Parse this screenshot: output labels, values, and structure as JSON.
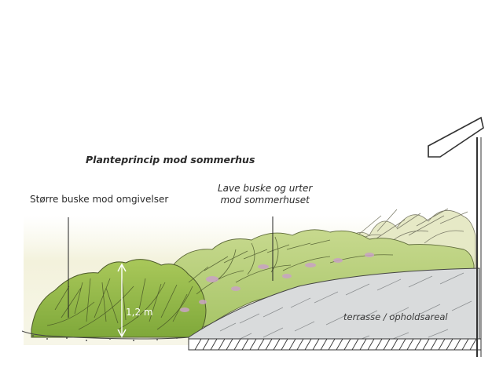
{
  "diagram": {
    "title": "Planteprincip mod sommerhus",
    "label_large_shrubs": "Større buske mod omgivelser",
    "label_low_shrubs_line1": "Lave buske og urter",
    "label_low_shrubs_line2": "mod sommerhuset",
    "height_label": "1,2 m",
    "terrace_label": "terrasse / opholdsareal",
    "colors": {
      "foliage_light": "#c8d98a",
      "foliage_mid": "#9cbf4e",
      "foliage_dark": "#6f9a2f",
      "flowers": "#c9a3c4",
      "terrace_fill": "#d9dbdc",
      "ink": "#3a3a3a",
      "background_wash": "#f3f2dc"
    }
  }
}
